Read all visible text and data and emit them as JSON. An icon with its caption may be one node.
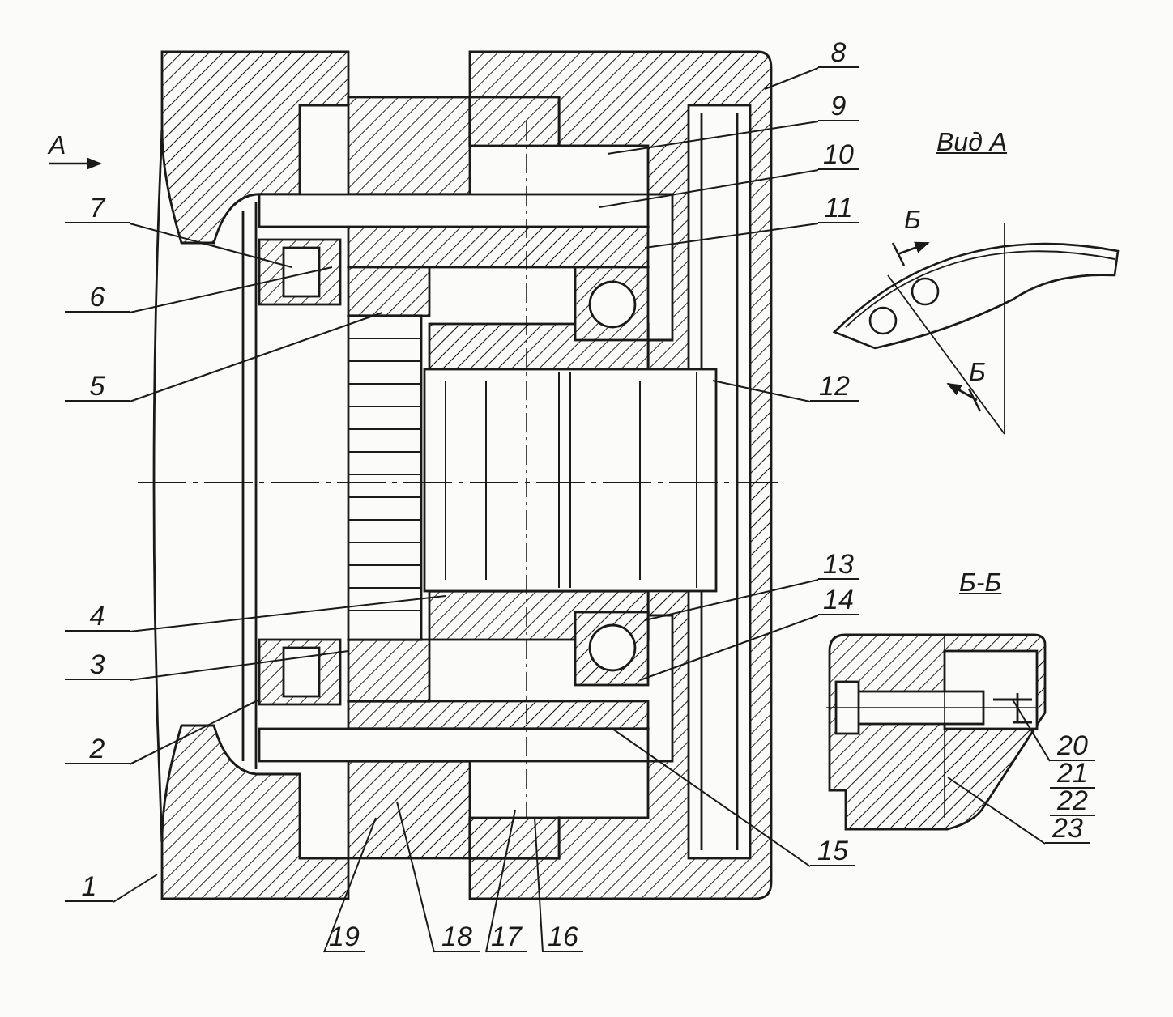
{
  "diagram": {
    "nodes": [
      {
        "text": [
          "1"
        ]
      },
      {
        "text": [
          "2"
        ]
      },
      {
        "text": [
          "3"
        ]
      },
      {
        "text": [
          "4"
        ]
      },
      {
        "text": [
          "5"
        ]
      },
      {
        "text": [
          "6"
        ]
      },
      {
        "text": [
          "7"
        ]
      },
      {
        "text": [
          "8"
        ]
      },
      {
        "text": [
          "9"
        ]
      },
      {
        "text": [
          "10"
        ]
      },
      {
        "text": [
          "11"
        ]
      },
      {
        "text": [
          "12"
        ]
      },
      {
        "text": [
          "13"
        ]
      },
      {
        "text": [
          "14"
        ]
      },
      {
        "text": [
          "15"
        ]
      },
      {
        "text": [
          "16"
        ]
      },
      {
        "text": [
          "17"
        ]
      },
      {
        "text": [
          "18"
        ]
      },
      {
        "text": [
          "19"
        ]
      },
      {
        "text": [
          "20",
          "21",
          "22"
        ]
      },
      {
        "text": [
          "23"
        ]
      }
    ],
    "edges": [
      {
        "from": 0,
        "to": null,
        "arrow": "none"
      },
      {
        "from": 1,
        "to": null,
        "arrow": "none"
      },
      {
        "from": 2,
        "to": null,
        "arrow": "none"
      },
      {
        "from": 3,
        "to": null,
        "arrow": "none"
      },
      {
        "from": 4,
        "to": null,
        "arrow": "none"
      },
      {
        "from": 5,
        "to": null,
        "arrow": "none"
      },
      {
        "from": 6,
        "to": null,
        "arrow": "none"
      },
      {
        "from": 7,
        "to": null,
        "arrow": "none"
      },
      {
        "from": 8,
        "to": null,
        "arrow": "none"
      },
      {
        "from": 9,
        "to": null,
        "arrow": "none"
      },
      {
        "from": 10,
        "to": null,
        "arrow": "none"
      },
      {
        "from": 11,
        "to": null,
        "arrow": "none"
      },
      {
        "from": 12,
        "to": null,
        "arrow": "none"
      },
      {
        "from": 13,
        "to": null,
        "arrow": "none"
      },
      {
        "from": 14,
        "to": null,
        "arrow": "none"
      },
      {
        "from": 15,
        "to": null,
        "arrow": "none"
      },
      {
        "from": 16,
        "to": null,
        "arrow": "none"
      },
      {
        "from": 17,
        "to": null,
        "arrow": "none"
      },
      {
        "from": 18,
        "to": null,
        "arrow": "none"
      },
      {
        "from": 19,
        "to": null,
        "arrow": "none"
      },
      {
        "from": 20,
        "to": null,
        "arrow": "none"
      }
    ],
    "labels": [
      "А",
      "Вид А",
      "Б",
      "Б",
      "Б-Б"
    ]
  }
}
